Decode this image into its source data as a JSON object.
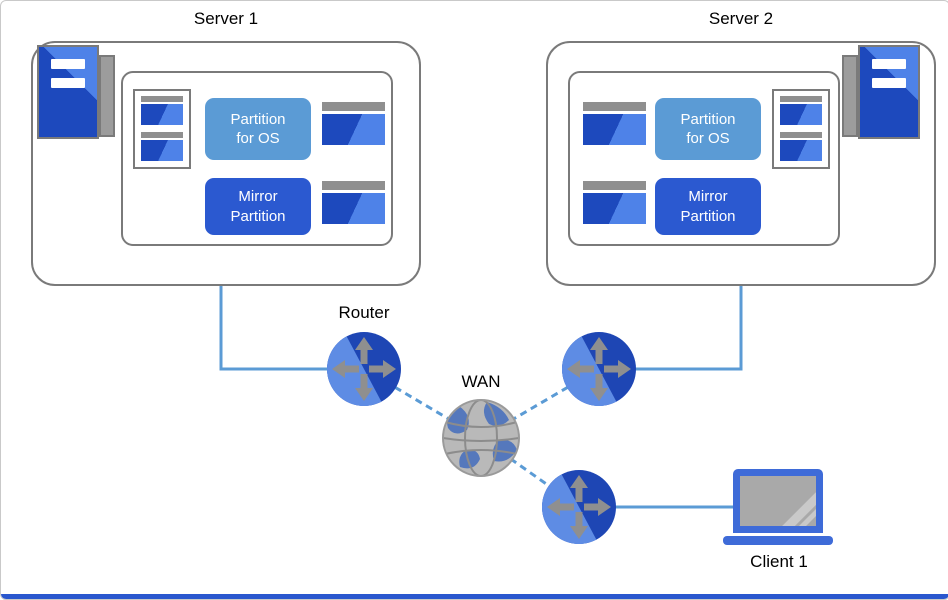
{
  "diagram": {
    "servers": [
      {
        "title": "Server 1",
        "partition_os": "Partition\nfor OS",
        "mirror": "Mirror\nPartition"
      },
      {
        "title": "Server 2",
        "partition_os": "Partition\nfor OS",
        "mirror": "Mirror\nPartition"
      }
    ],
    "labels": {
      "router": "Router",
      "wan": "WAN",
      "client": "Client 1"
    },
    "colors": {
      "partition_os_fill": "#5B9BD5",
      "mirror_partition_fill": "#2B59D0",
      "disk_dark_blue": "#1D49BD",
      "disk_light_blue": "#4E82E8",
      "router_dark_blue": "#1E46B4",
      "router_light_blue": "#5E8CE4",
      "connection_line": "#5B9BD5",
      "outline_gray": "#7A7A7A",
      "globe_gray": "#B9B9B9",
      "laptop_blue": "#3E6BD8",
      "accent_bar": "#2A57CE"
    }
  }
}
